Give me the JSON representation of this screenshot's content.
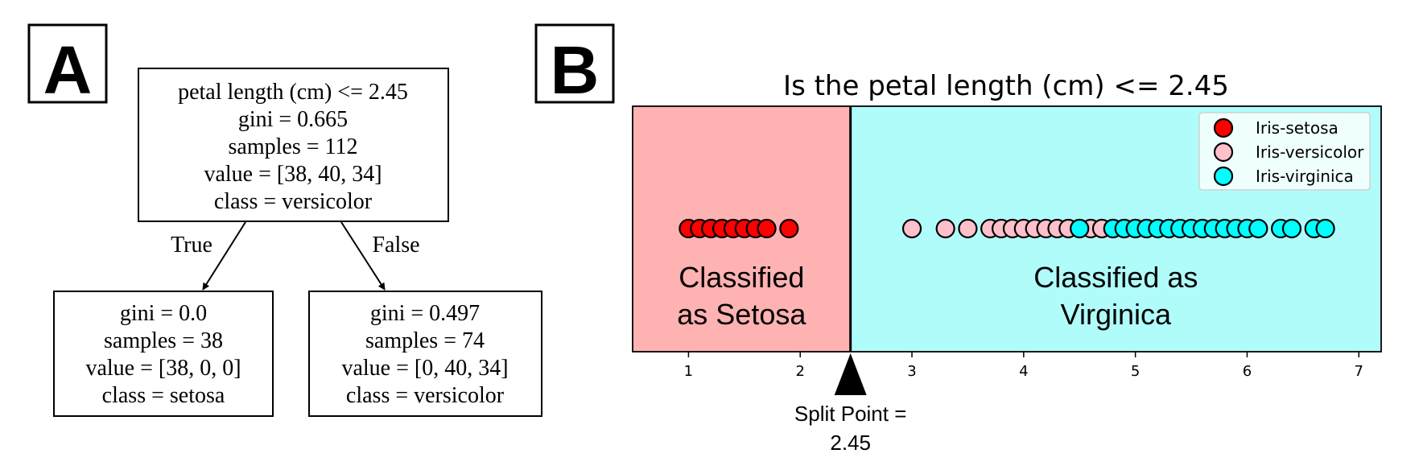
{
  "panel_a": {
    "letter": "A",
    "root": {
      "lines": [
        "petal length (cm) <= 2.45",
        "gini = 0.665",
        "samples = 112",
        "value = [38, 40, 34]",
        "class = versicolor"
      ]
    },
    "edge_true_label": "True",
    "edge_false_label": "False",
    "left_leaf": {
      "lines": [
        "gini = 0.0",
        "samples = 38",
        "value = [38, 0, 0]",
        "class = setosa"
      ]
    },
    "right_leaf": {
      "lines": [
        "gini = 0.497",
        "samples = 74",
        "value = [0, 40, 34]",
        "class = versicolor"
      ]
    }
  },
  "panel_b": {
    "letter": "B",
    "title": "Is the petal length (cm) <= 2.45",
    "region_left_label": [
      "Classified",
      "as Setosa"
    ],
    "region_right_label": [
      "Classified as",
      "Virginica"
    ],
    "split_label": [
      "Split Point =",
      "2.45"
    ],
    "colors": {
      "left_region": "#ffb2b2",
      "right_region": "#b0fcfb",
      "setosa": "#ff0000",
      "versicolor": "#ffc0cb",
      "virginica": "#00ffff"
    }
  },
  "chart_data": {
    "type": "scatter",
    "title": "Is the petal length (cm) <= 2.45",
    "xlabel": "",
    "ylabel": "",
    "xlim": [
      0.5,
      7.2
    ],
    "xticks": [
      1,
      2,
      3,
      4,
      5,
      6,
      7
    ],
    "split_point": 2.45,
    "legend": "top-right",
    "grid": false,
    "series": [
      {
        "name": "Iris-setosa",
        "color": "#ff0000",
        "x": [
          1.0,
          1.1,
          1.2,
          1.3,
          1.4,
          1.5,
          1.6,
          1.7,
          1.9
        ]
      },
      {
        "name": "Iris-versicolor",
        "color": "#ffc0cb",
        "x": [
          3.0,
          3.3,
          3.5,
          3.7,
          3.8,
          3.9,
          4.0,
          4.1,
          4.2,
          4.3,
          4.4,
          4.5,
          4.6,
          4.7,
          4.8,
          4.9,
          5.0,
          5.1
        ]
      },
      {
        "name": "Iris-virginica",
        "color": "#00ffff",
        "x": [
          4.5,
          4.8,
          4.9,
          5.0,
          5.1,
          5.2,
          5.3,
          5.4,
          5.5,
          5.6,
          5.7,
          5.8,
          5.9,
          6.0,
          6.1,
          6.3,
          6.4,
          6.6,
          6.7
        ]
      }
    ]
  }
}
